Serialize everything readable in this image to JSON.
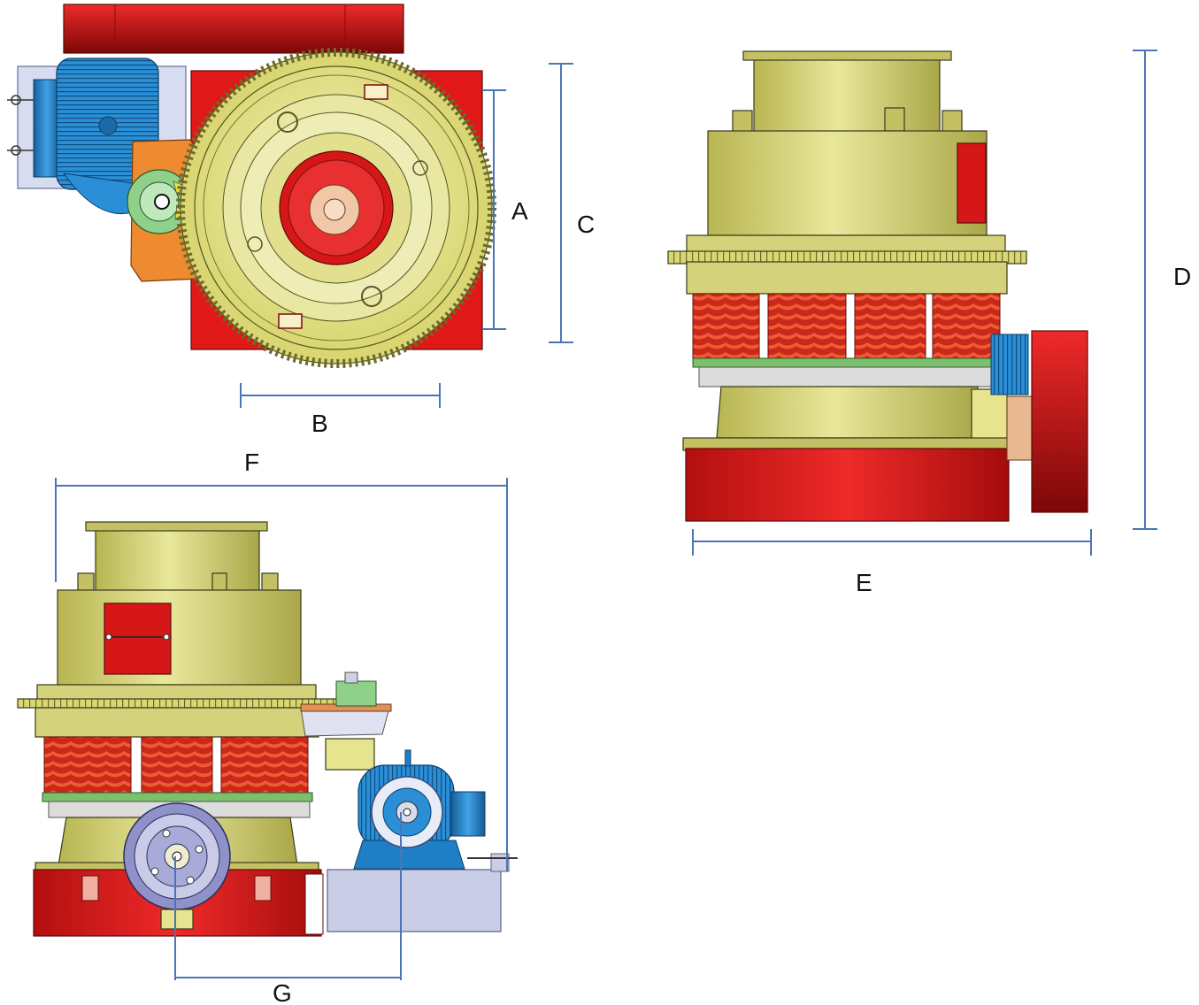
{
  "dimension_labels": {
    "a": "A",
    "b": "B",
    "c": "C",
    "d": "D",
    "e": "E",
    "f": "F",
    "g": "G"
  },
  "colors": {
    "frame_red": "#e01818",
    "body_khaki": "#d8d670",
    "spring_red": "#e2442a",
    "motor_blue": "#1f7fc4",
    "bracket_orange": "#ee8a30",
    "gear_green": "#8fd08a",
    "bracket_gray": "#c9cde6",
    "dimension_blue": "#4a76b8"
  }
}
